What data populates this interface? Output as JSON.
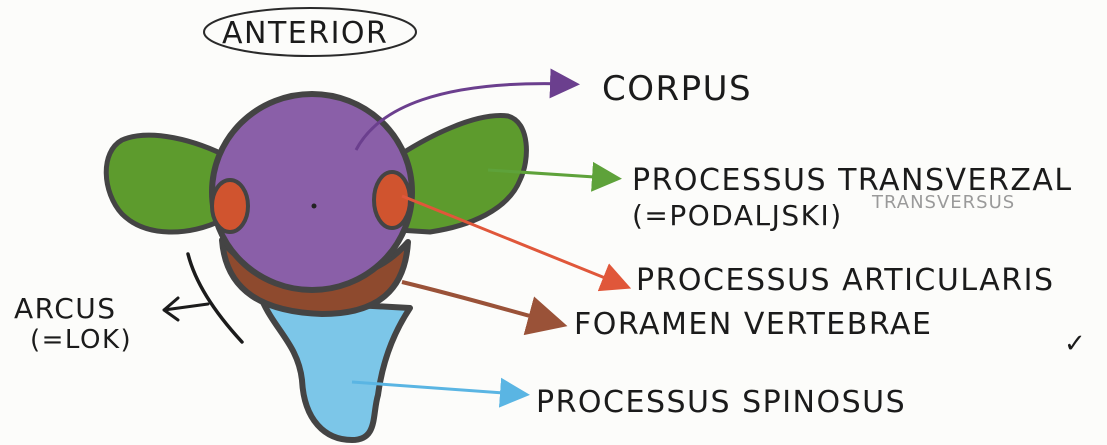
{
  "labels": {
    "anterior": "ANTERIOR",
    "corpus": "CORPUS",
    "processus_transverzalis": "PROCESSUS TRANSVERZAL",
    "podaljski": "(=PODALJSKI)",
    "transversus": "TRANSVERSUS",
    "processus_articularis": "PROCESSUS ARTICULARIS",
    "foramen_vertebrae": "FORAMEN VERTEBRAE",
    "processus_spinosus": "PROCESSUS SPINOSUS",
    "arcus": "ARCUS",
    "lok": "(=LOK)",
    "mark": "✓"
  },
  "colors": {
    "corpus": "#8a5fa8",
    "transverse": "#5d9b2d",
    "articular": "#d0542f",
    "foramen": "#8e4a2e",
    "spinosus": "#7cc6e8",
    "outline": "#444444",
    "arrow_corpus": "#6b3f8e",
    "arrow_transverse": "#5ea23a",
    "arrow_articular": "#e0573a",
    "arrow_foramen": "#9a5238",
    "arrow_spinosus": "#5ab5e3",
    "ink": "#1b1b1b"
  }
}
